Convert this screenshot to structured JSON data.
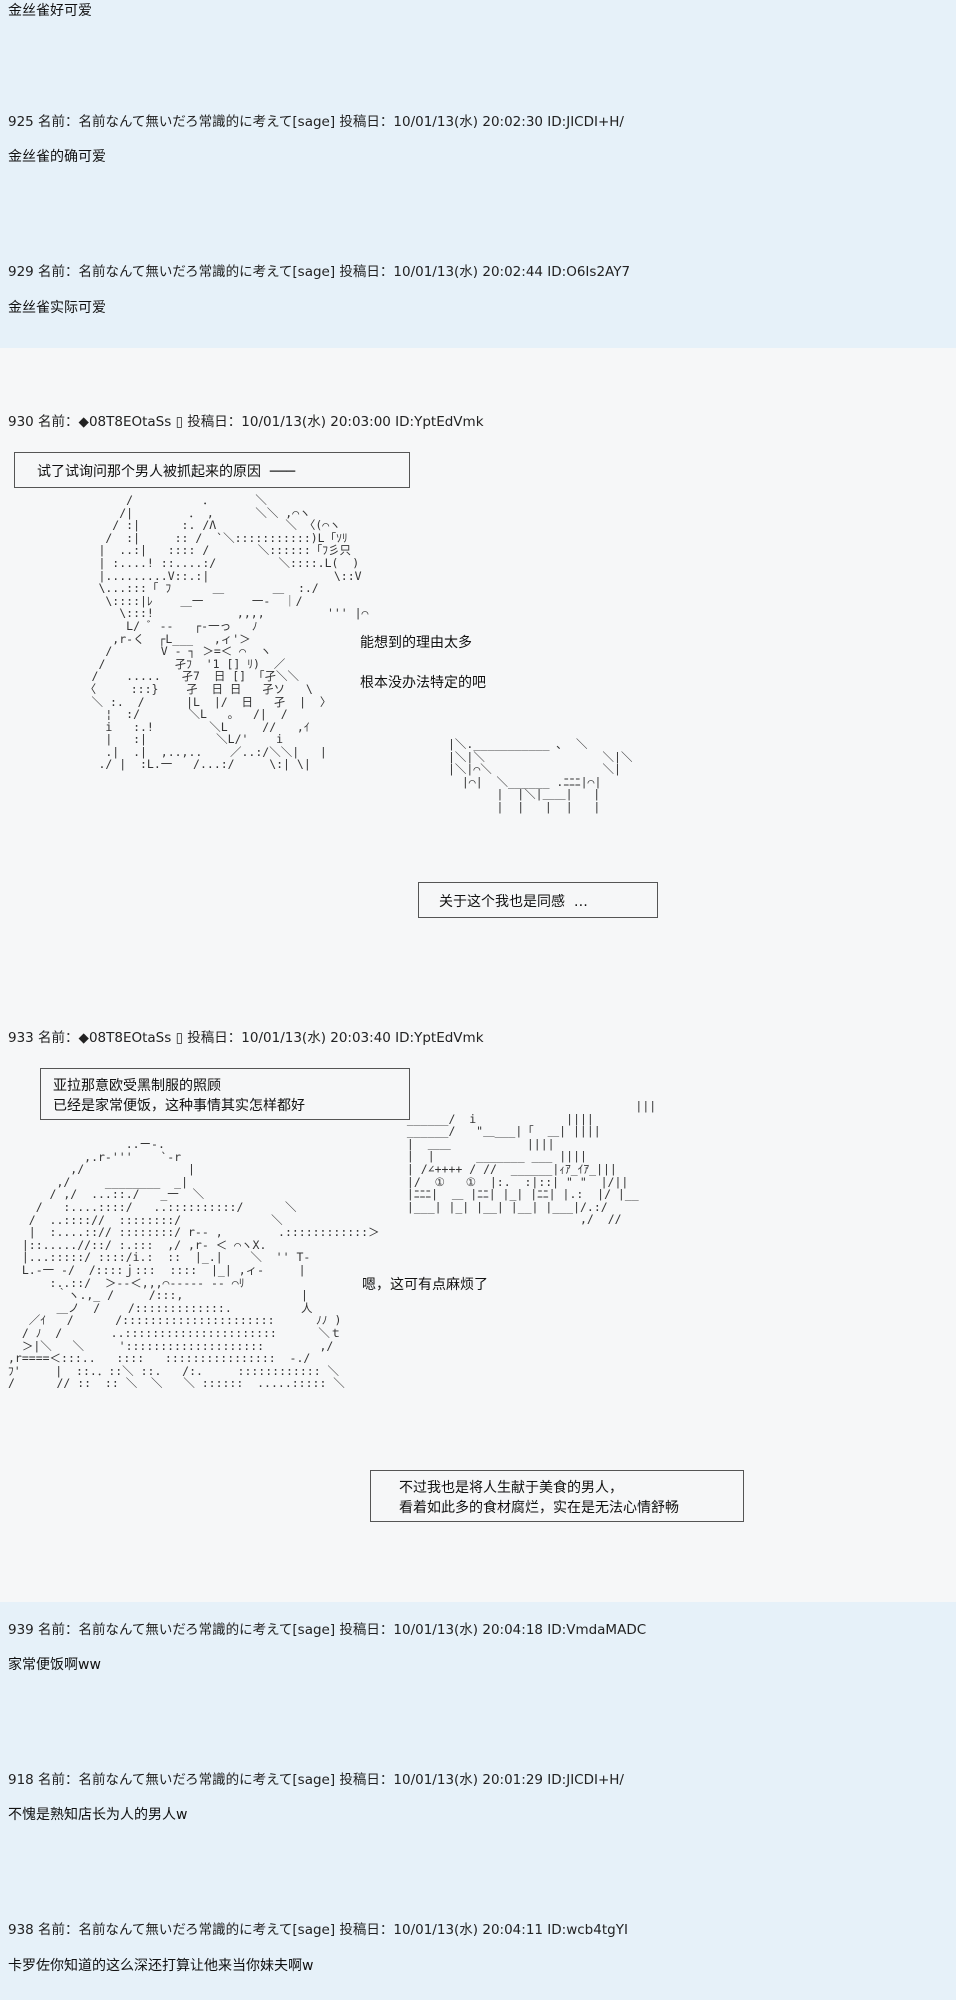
{
  "posts": [
    {
      "body": "金丝雀好可爱"
    },
    {
      "header": "925 名前：名前なんて無いだろ常識的に考えて[sage] 投稿日：10/01/13(水) 20:02:30 ID:JICDI+H/",
      "body": "金丝雀的确可爱"
    },
    {
      "header": "929 名前：名前なんて無いだろ常識的に考えて[sage] 投稿日：10/01/13(水) 20:02:44 ID:O6Is2AY7",
      "body": "金丝雀实际可爱"
    },
    {
      "header": "930 名前：◆08T8EOtaSs ▯ 投稿日：10/01/13(水) 20:03:00 ID:YptEdVmk",
      "box1": "试了试询问那个男人被抓起来的原因  ───",
      "say1": "能想到的理由太多",
      "say2": "根本没办法特定的吧",
      "box2": "关于这个我也是同感  …"
    },
    {
      "header": "933 名前：◆08T8EOtaSs ▯ 投稿日：10/01/13(水) 20:03:40 ID:YptEdVmk",
      "box1_line1": "亚拉那意欧受黑制服的照顾",
      "box1_line2": "已经是家常便饭，这种事情其实怎样都好",
      "say1": "嗯，这可有点麻烦了",
      "box2_line1": "不过我也是将人生献于美食的男人，",
      "box2_line2": "看着如此多的食材腐烂，实在是无法心情舒畅"
    },
    {
      "header": "939 名前：名前なんて無いだろ常識的に考えて[sage] 投稿日：10/01/13(水) 20:04:18 ID:VmdaMADC",
      "body": "家常便饭啊ww"
    },
    {
      "header": "918 名前：名前なんて無いだろ常識的に考えて[sage] 投稿日：10/01/13(水) 20:01:29 ID:JICDI+H/",
      "body": "不愧是熟知店长为人的男人w"
    },
    {
      "header": "938 名前：名前なんて無いだろ常識的に考えて[sage] 投稿日：10/01/13(水) 20:04:11 ID:wcb4tgYI",
      "body": "卡罗佐你知道的这么深还打算让他来当你妹夫啊w"
    }
  ]
}
